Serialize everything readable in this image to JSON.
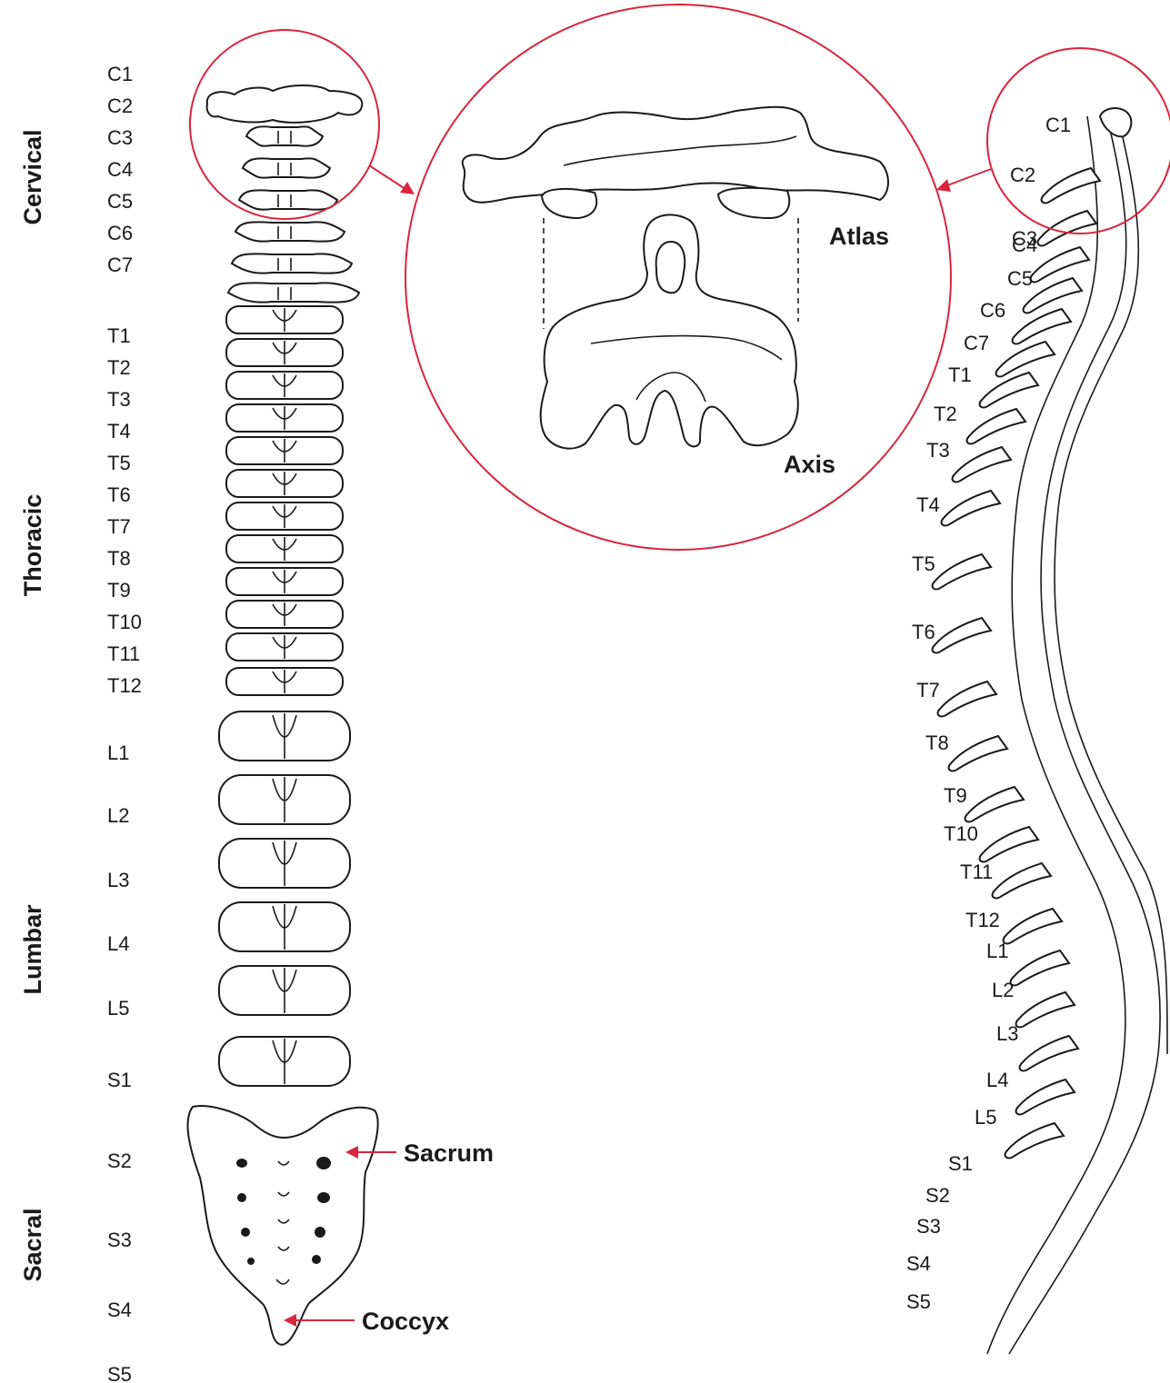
{
  "regions": [
    "Cervical",
    "Thoracic",
    "Lumbar",
    "Sacral"
  ],
  "anterior_labels": [
    "C1",
    "C2",
    "C3",
    "C4",
    "C5",
    "C6",
    "C7",
    "T1",
    "T2",
    "T3",
    "T4",
    "T5",
    "T6",
    "T7",
    "T8",
    "T9",
    "T10",
    "T11",
    "T12",
    "L1",
    "L2",
    "L3",
    "L4",
    "L5",
    "S1",
    "S2",
    "S3",
    "S4",
    "S5"
  ],
  "lateral_labels": [
    "C1",
    "C2",
    "C3",
    "C4",
    "C5",
    "C6",
    "C7",
    "T1",
    "T2",
    "T3",
    "T4",
    "T5",
    "T6",
    "T7",
    "T8",
    "T9",
    "T10",
    "T11",
    "T12",
    "L1",
    "L2",
    "L3",
    "L4",
    "L5",
    "S1",
    "S2",
    "S3",
    "S4",
    "S5"
  ],
  "callouts": {
    "atlas": "Atlas",
    "axis": "Axis",
    "sacrum": "Sacrum",
    "coccyx": "Coccyx"
  },
  "colors": {
    "accent": "#d7263d",
    "ink": "#1a1a1a",
    "background": "#ffffff"
  }
}
